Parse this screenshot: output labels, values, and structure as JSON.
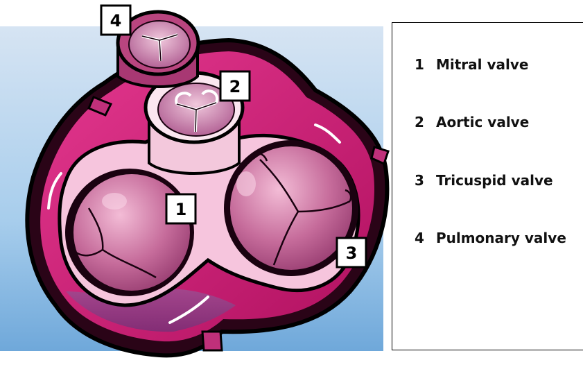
{
  "markers": [
    {
      "number": "1",
      "valve": "Mitral valve"
    },
    {
      "number": "2",
      "valve": "Aortic valve"
    },
    {
      "number": "3",
      "valve": "Tricuspid valve"
    },
    {
      "number": "4",
      "valve": "Pulmonary valve"
    }
  ],
  "legend": [
    {
      "number": "1",
      "label": "Mitral valve"
    },
    {
      "number": "2",
      "label": "Aortic valve"
    },
    {
      "number": "3",
      "label": "Tricuspid valve"
    },
    {
      "number": "4",
      "label": "Pulmonary valve"
    }
  ],
  "colors": {
    "background_top": "#c9dcef",
    "background_bottom": "#7fb2df",
    "tissue_magenta": "#d81b7d",
    "tissue_dark": "#6e0b3d",
    "tissue_pink": "#f2b6d3",
    "valve_face": "#c46b9a",
    "outline": "#000000"
  }
}
